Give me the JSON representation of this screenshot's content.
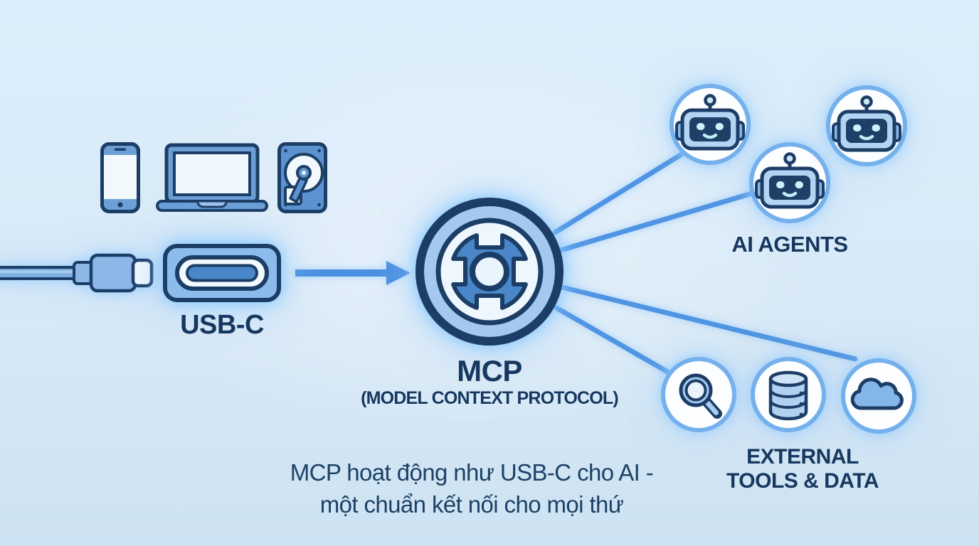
{
  "diagram": {
    "usb_side": {
      "label": "USB-C",
      "devices": [
        "smartphone-icon",
        "laptop-icon",
        "hard-drive-icon"
      ],
      "connector": [
        "usb-cable",
        "usb-plug",
        "usb-c-port"
      ]
    },
    "hub": {
      "label": "MCP",
      "sublabel": "(MODEL CONTEXT PROTOCOL)",
      "icon": "gear-icon"
    },
    "agents": {
      "label": "AI AGENTS",
      "count": 3,
      "icon": "robot-icon"
    },
    "tools": {
      "label_line1": "EXTERNAL",
      "label_line2": "TOOLS & DATA",
      "icons": [
        "search-icon",
        "database-icon",
        "cloud-icon"
      ]
    },
    "caption": {
      "line1": "MCP hoạt động như USB-C cho AI -",
      "line2": "một chuẩn kết nối cho mọi thứ"
    },
    "connections": [
      {
        "from": "usb-c-port",
        "to": "mcp-hub",
        "type": "arrow"
      },
      {
        "from": "mcp-hub",
        "to": "ai-agent-1",
        "type": "line"
      },
      {
        "from": "mcp-hub",
        "to": "ai-agent-2",
        "type": "line"
      },
      {
        "from": "mcp-hub",
        "to": "search-tool",
        "type": "line"
      },
      {
        "from": "mcp-hub",
        "to": "cloud-tool",
        "type": "line"
      }
    ],
    "colors": {
      "background": "#d8e9f6",
      "outline_navy": "#1c3e66",
      "text_navy": "#16375f",
      "medium_blue": "#4a87c9",
      "light_blue": "#a9cdf0",
      "line_blue": "#5095e4",
      "arrow_blue": "#4b90e0",
      "circle_border_blue": "#74b0ec",
      "robot_screen": "#1e3f66",
      "robot_eye_cyan": "#c9f2fb"
    }
  }
}
